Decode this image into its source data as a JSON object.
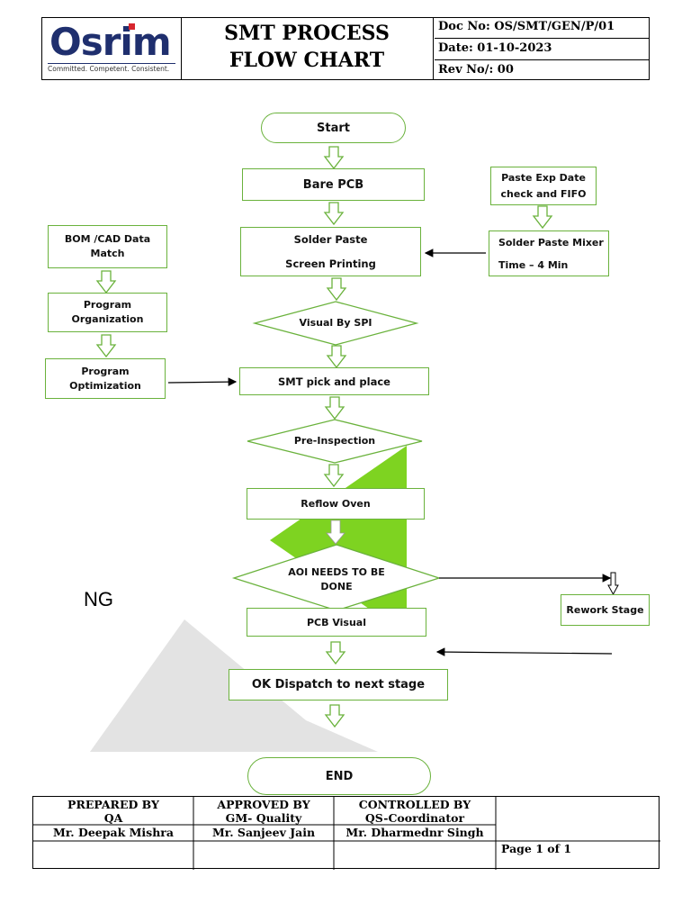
{
  "header": {
    "logo_text": "Osrim",
    "logo_tagline": "Committed. Competent. Consistent.",
    "title_line1": "SMT PROCESS",
    "title_line2": "FLOW CHART",
    "doc_no": "Doc No: OS/SMT/GEN/P/01",
    "date": "Date: 01-10-2023",
    "rev_no": "Rev No/: 00"
  },
  "flow": {
    "start": "Start",
    "bare_pcb": "Bare PCB",
    "solder_paste_1": "Solder Paste",
    "solder_paste_2": "Screen Printing",
    "visual_spi": "Visual By SPI",
    "smt_pick": "SMT pick and place",
    "pre_inspection": "Pre-Inspection",
    "reflow": "Reflow Oven",
    "aoi_1": "AOI NEEDS TO BE",
    "aoi_2": "DONE",
    "pcb_visual": "PCB Visual",
    "ok_dispatch": "OK Dispatch to next stage",
    "end": "END",
    "bom_1": "BOM /CAD Data",
    "bom_2": "Match",
    "prog_org_1": "Program",
    "prog_org_2": "Organization",
    "prog_opt_1": "Program",
    "prog_opt_2": "Optimization",
    "paste_exp_1": "Paste Exp Date",
    "paste_exp_2": "check and FIFO",
    "mixer_1": "Solder Paste Mixer",
    "mixer_2": "Time – 4 Min",
    "rework": "Rework Stage",
    "ng": "NG"
  },
  "colors": {
    "node_border": "#6ab23c",
    "arrow_green": "#6ab23c",
    "watermark_green": "#7ed321",
    "watermark_gray": "#e3e3e3",
    "logo_blue": "#1f2f6e"
  },
  "footer": {
    "prepared_label": "PREPARED BY",
    "prepared_role": "QA",
    "prepared_name": "Mr. Deepak Mishra",
    "approved_label": "APPROVED BY",
    "approved_role": "GM- Quality",
    "approved_name": "Mr. Sanjeev Jain",
    "controlled_label": "CONTROLLED BY",
    "controlled_role": "QS-Coordinator",
    "controlled_name": "Mr. Dharmednr Singh",
    "page": "Page 1 of 1"
  }
}
